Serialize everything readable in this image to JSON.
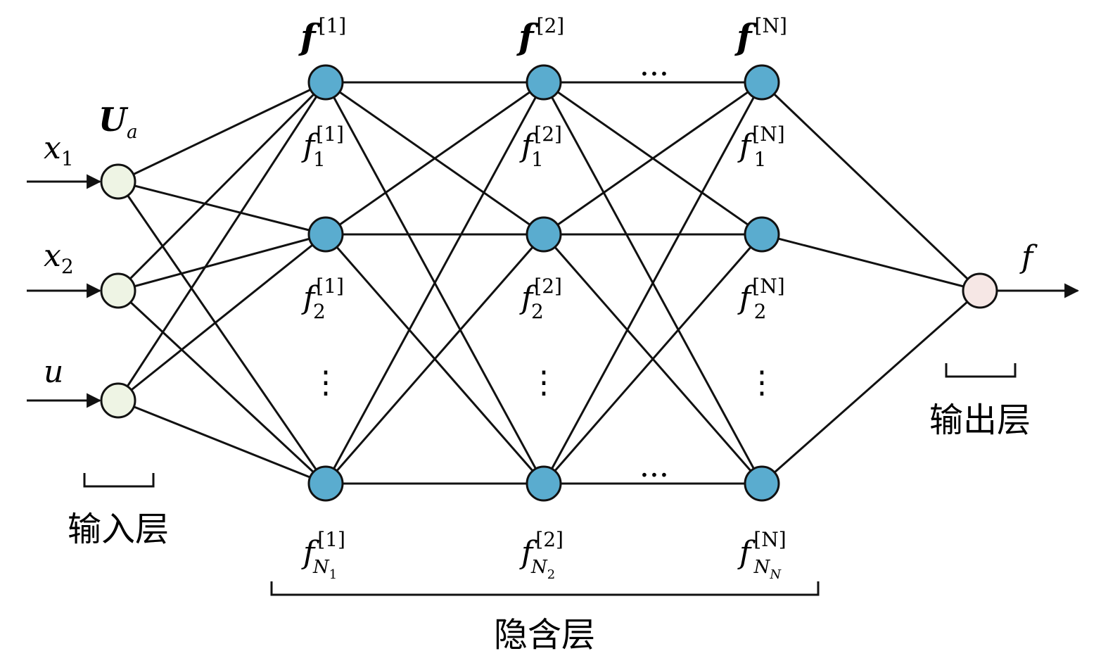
{
  "colors": {
    "input_node": "#eef4e4",
    "hidden_node": "#5aaccf",
    "output_node": "#f6e7e5",
    "line": "#111111"
  },
  "inputs": [
    {
      "label": "x",
      "sub": "1"
    },
    {
      "label": "x",
      "sub": "2"
    },
    {
      "label": "u",
      "sub": ""
    }
  ],
  "input_vector": {
    "label": "U",
    "sub": "a"
  },
  "hidden_layers": [
    {
      "title_sup": "[1]",
      "n_sub": "N",
      "n_subsub": "1"
    },
    {
      "title_sup": "[2]",
      "n_sub": "N",
      "n_subsub": "2"
    },
    {
      "title_sup": "[N]",
      "n_sub": "N",
      "n_subsub": "N"
    }
  ],
  "node_labels": {
    "f": "f",
    "idx1": "1",
    "idx2": "2"
  },
  "output": {
    "label": "f"
  },
  "ellipsis_h": "···",
  "ellipsis_v": "⋮",
  "layer_labels": {
    "input": "输入层",
    "hidden": "隐含层",
    "output": "输出层"
  }
}
